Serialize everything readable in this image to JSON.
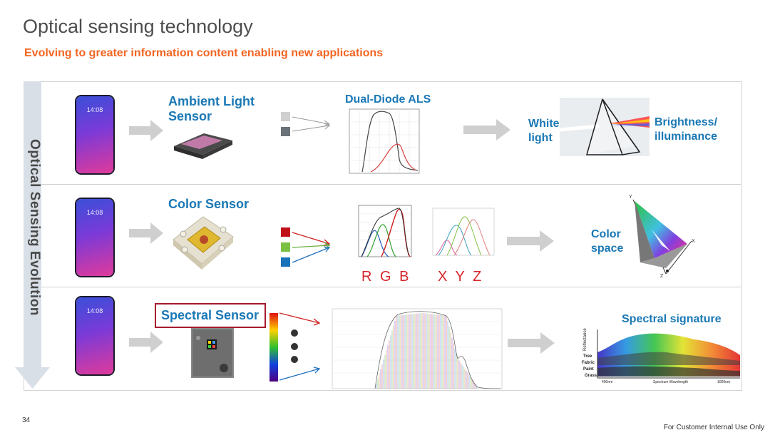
{
  "header": {
    "title": "Optical sensing technology",
    "subtitle": "Evolving to greater information content enabling new applications"
  },
  "side": {
    "evolution_label": "Optical Sensing Evolution"
  },
  "rows": [
    {
      "phone_time": "14:08",
      "sensor_label": "Ambient Light Sensor",
      "chart_title": "Dual-Diode ALS",
      "input_label": "White light",
      "output_label": "Brightness/ illuminance"
    },
    {
      "phone_time": "14:08",
      "sensor_label": "Color Sensor",
      "rgb_label": "R G B",
      "xyz_label": "X Y Z",
      "output_label": "Color space"
    },
    {
      "phone_time": "14:08",
      "sensor_label": "Spectral Sensor",
      "output_label": "Spectral signature",
      "layers": [
        "Tree",
        "Fabric",
        "Paint",
        "Grass"
      ],
      "x_left": "400nm",
      "x_mid": "Spectrum Wavelength",
      "x_right": "1000nm",
      "y_label": "Reflectance"
    }
  ],
  "footer": {
    "page_number": "34",
    "notice": "For Customer Internal Use Only"
  },
  "colors": {
    "accent_orange": "#f26522",
    "label_blue": "#1a78b5",
    "red": "#d8262b",
    "box_border": "#a6192e"
  }
}
